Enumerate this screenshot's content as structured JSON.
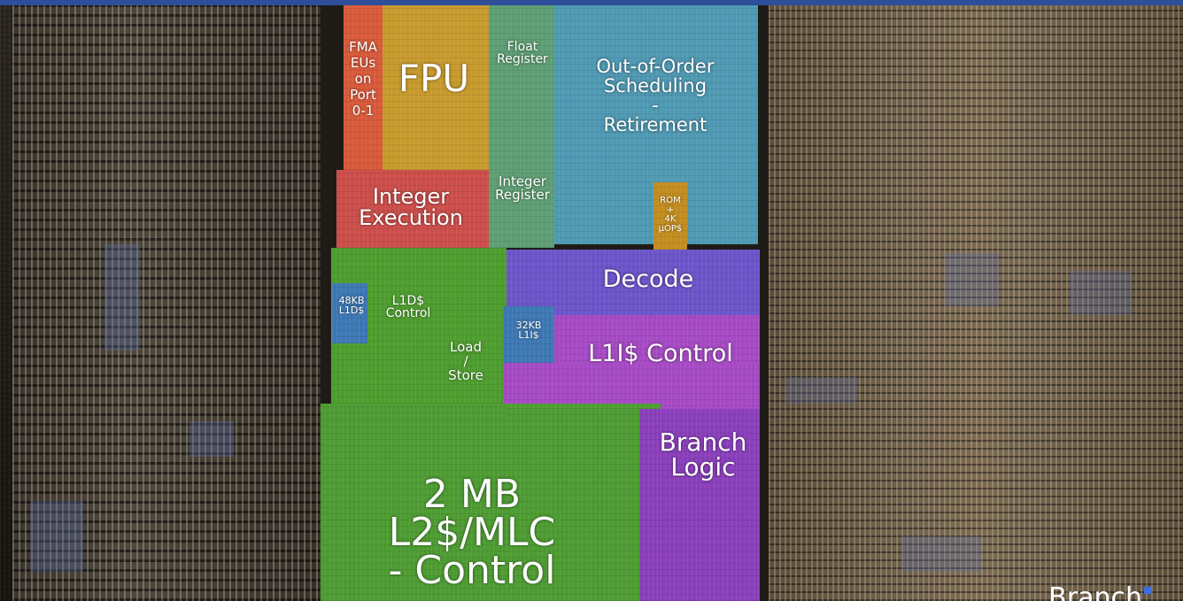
{
  "labels": {
    "fma": "FMA\nEUs\non\nPort\n0-1",
    "fpu": "FPU",
    "float_register": "Float\nRegister",
    "ooo": "Out-of-Order\nScheduling\n-\nRetirement",
    "integer_execution": "Integer\nExecution",
    "integer_register": "Integer\nRegister",
    "rom": "ROM\n+\n4K\nµOP$",
    "decode": "Decode",
    "l1d_size": "48KB\nL1D$",
    "l1d_control": "L1D$\nControl",
    "load_store": "Load\n/\nStore",
    "l1i_size": "32KB\nL1I$",
    "l1i_control": "L1I$ Control",
    "branch_logic": "Branch\nLogic",
    "l2": "2 MB\nL2$/MLC\n- Control"
  },
  "watermark": "Branch",
  "colors": {
    "fpu": "#c79a2d",
    "fma": "#d85a3a",
    "float_register": "#5e9e73",
    "ooo": "#4f99b3",
    "integer_execution": "#cc4e4a",
    "integer_register": "#5e9e73",
    "rom": "#c38d1f",
    "decode": "#6c55c9",
    "load_store": "#4e9d2f",
    "l1d": "#3e78b4",
    "l1i": "#3e78b4",
    "l1i_control": "#a64ac4",
    "branch_logic": "#8a3fbb",
    "l2": "#4e9c33"
  }
}
